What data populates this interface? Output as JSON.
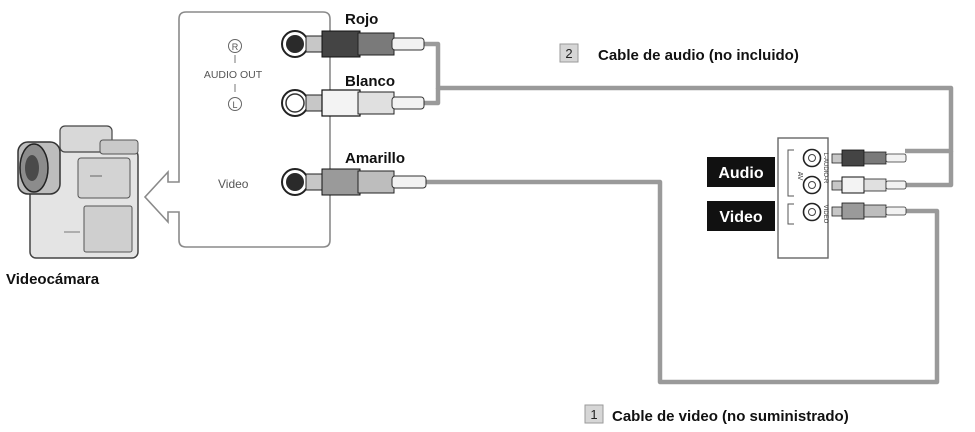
{
  "camcorder": {
    "label": "Videocámara",
    "icon": "camcorder-icon"
  },
  "panel": {
    "audio_out_label": "AUDIO OUT",
    "right_mark": "R",
    "left_mark": "L",
    "video_label": "Video"
  },
  "plugs": {
    "red": "Rojo",
    "white": "Blanco",
    "yellow": "Amarillo"
  },
  "cables": {
    "audio": {
      "number": "2",
      "label": "Cable de audio (no incluido)"
    },
    "video": {
      "number": "1",
      "label": "Cable de video (no suministrado)"
    }
  },
  "tv_panel": {
    "audio_tag": "Audio",
    "video_tag": "Video",
    "av_text": "AV",
    "audio_lr_text": "L-AUDIO-R",
    "video_small_text": "VIDEO"
  },
  "colors": {
    "cable": "#9a9a9a",
    "panel_border": "#8a8a8a",
    "tag_bg": "#111111",
    "number_box": "#d6d6d6"
  }
}
